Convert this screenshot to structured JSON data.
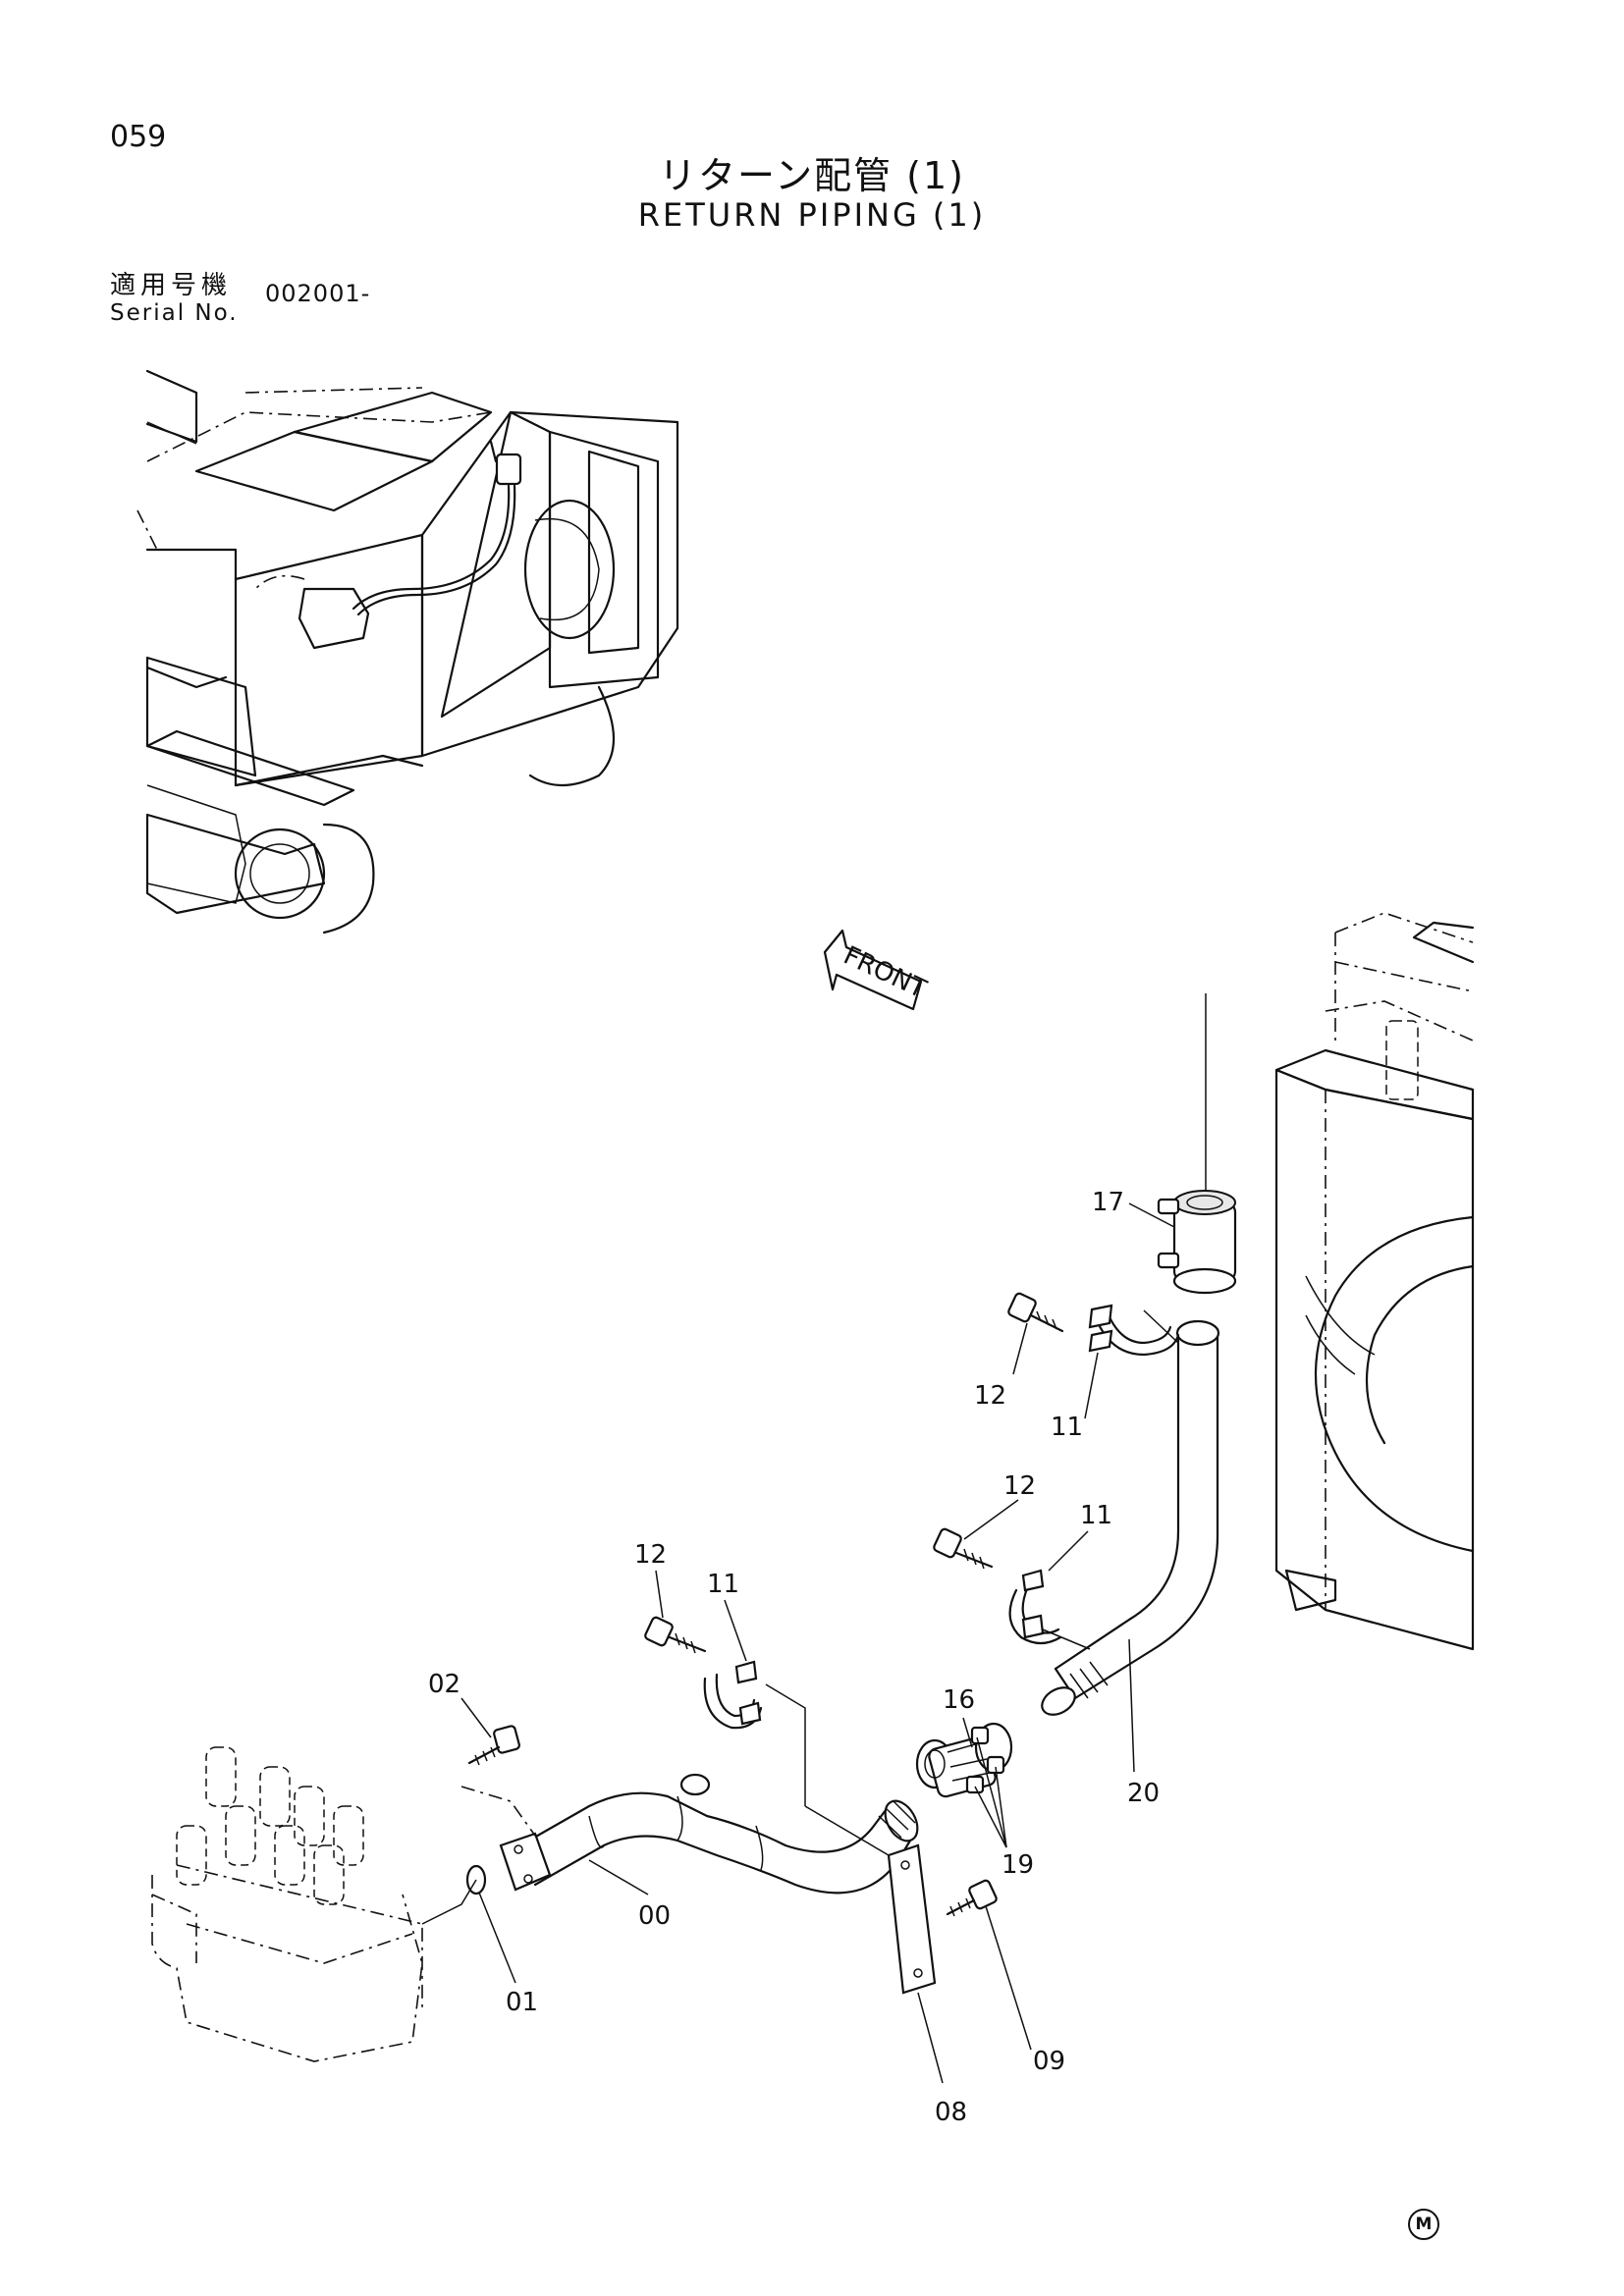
{
  "header": {
    "page_number": "059",
    "title_jp": "リターン配管 (1)",
    "title_en": "RETURN PIPING (1)",
    "serial_label_jp": "適用号機",
    "serial_label_en": "Serial No.",
    "serial_value": "002001-"
  },
  "diagram": {
    "front_arrow_label": "FRONT",
    "callouts": [
      "00",
      "01",
      "02",
      "08",
      "09",
      "11",
      "11",
      "11",
      "12",
      "12",
      "12",
      "16",
      "17",
      "19",
      "20"
    ]
  },
  "footer": {
    "mark": "M"
  }
}
